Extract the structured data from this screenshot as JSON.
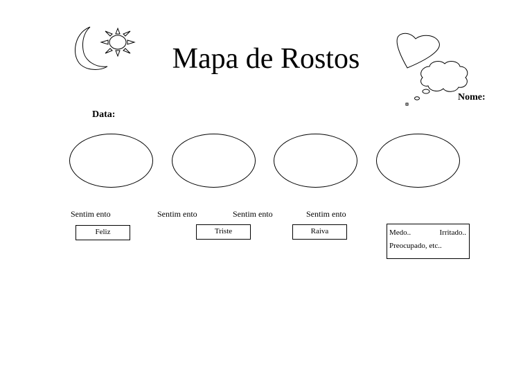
{
  "title": "Mapa de Rostos",
  "date_label": "Data:",
  "name_label": "Nome:",
  "icons": {
    "moon": "crescent-moon-icon",
    "sun": "sun-icon",
    "heart": "heart-icon",
    "thought": "thought-bubble-icon"
  },
  "faces": [
    {
      "sentiment_label": "Sentim ento",
      "feeling": "Feliz"
    },
    {
      "sentiment_label": "Sentim ento",
      "feeling": "Triste"
    },
    {
      "sentiment_label": "Sentim ento",
      "feeling": "Raiva"
    },
    {
      "sentiment_label": "Sentim ento"
    }
  ],
  "other_box": {
    "line1_left": "Medo..",
    "line1_right": "Irritado..",
    "line2": "Preocupado, etc.."
  }
}
